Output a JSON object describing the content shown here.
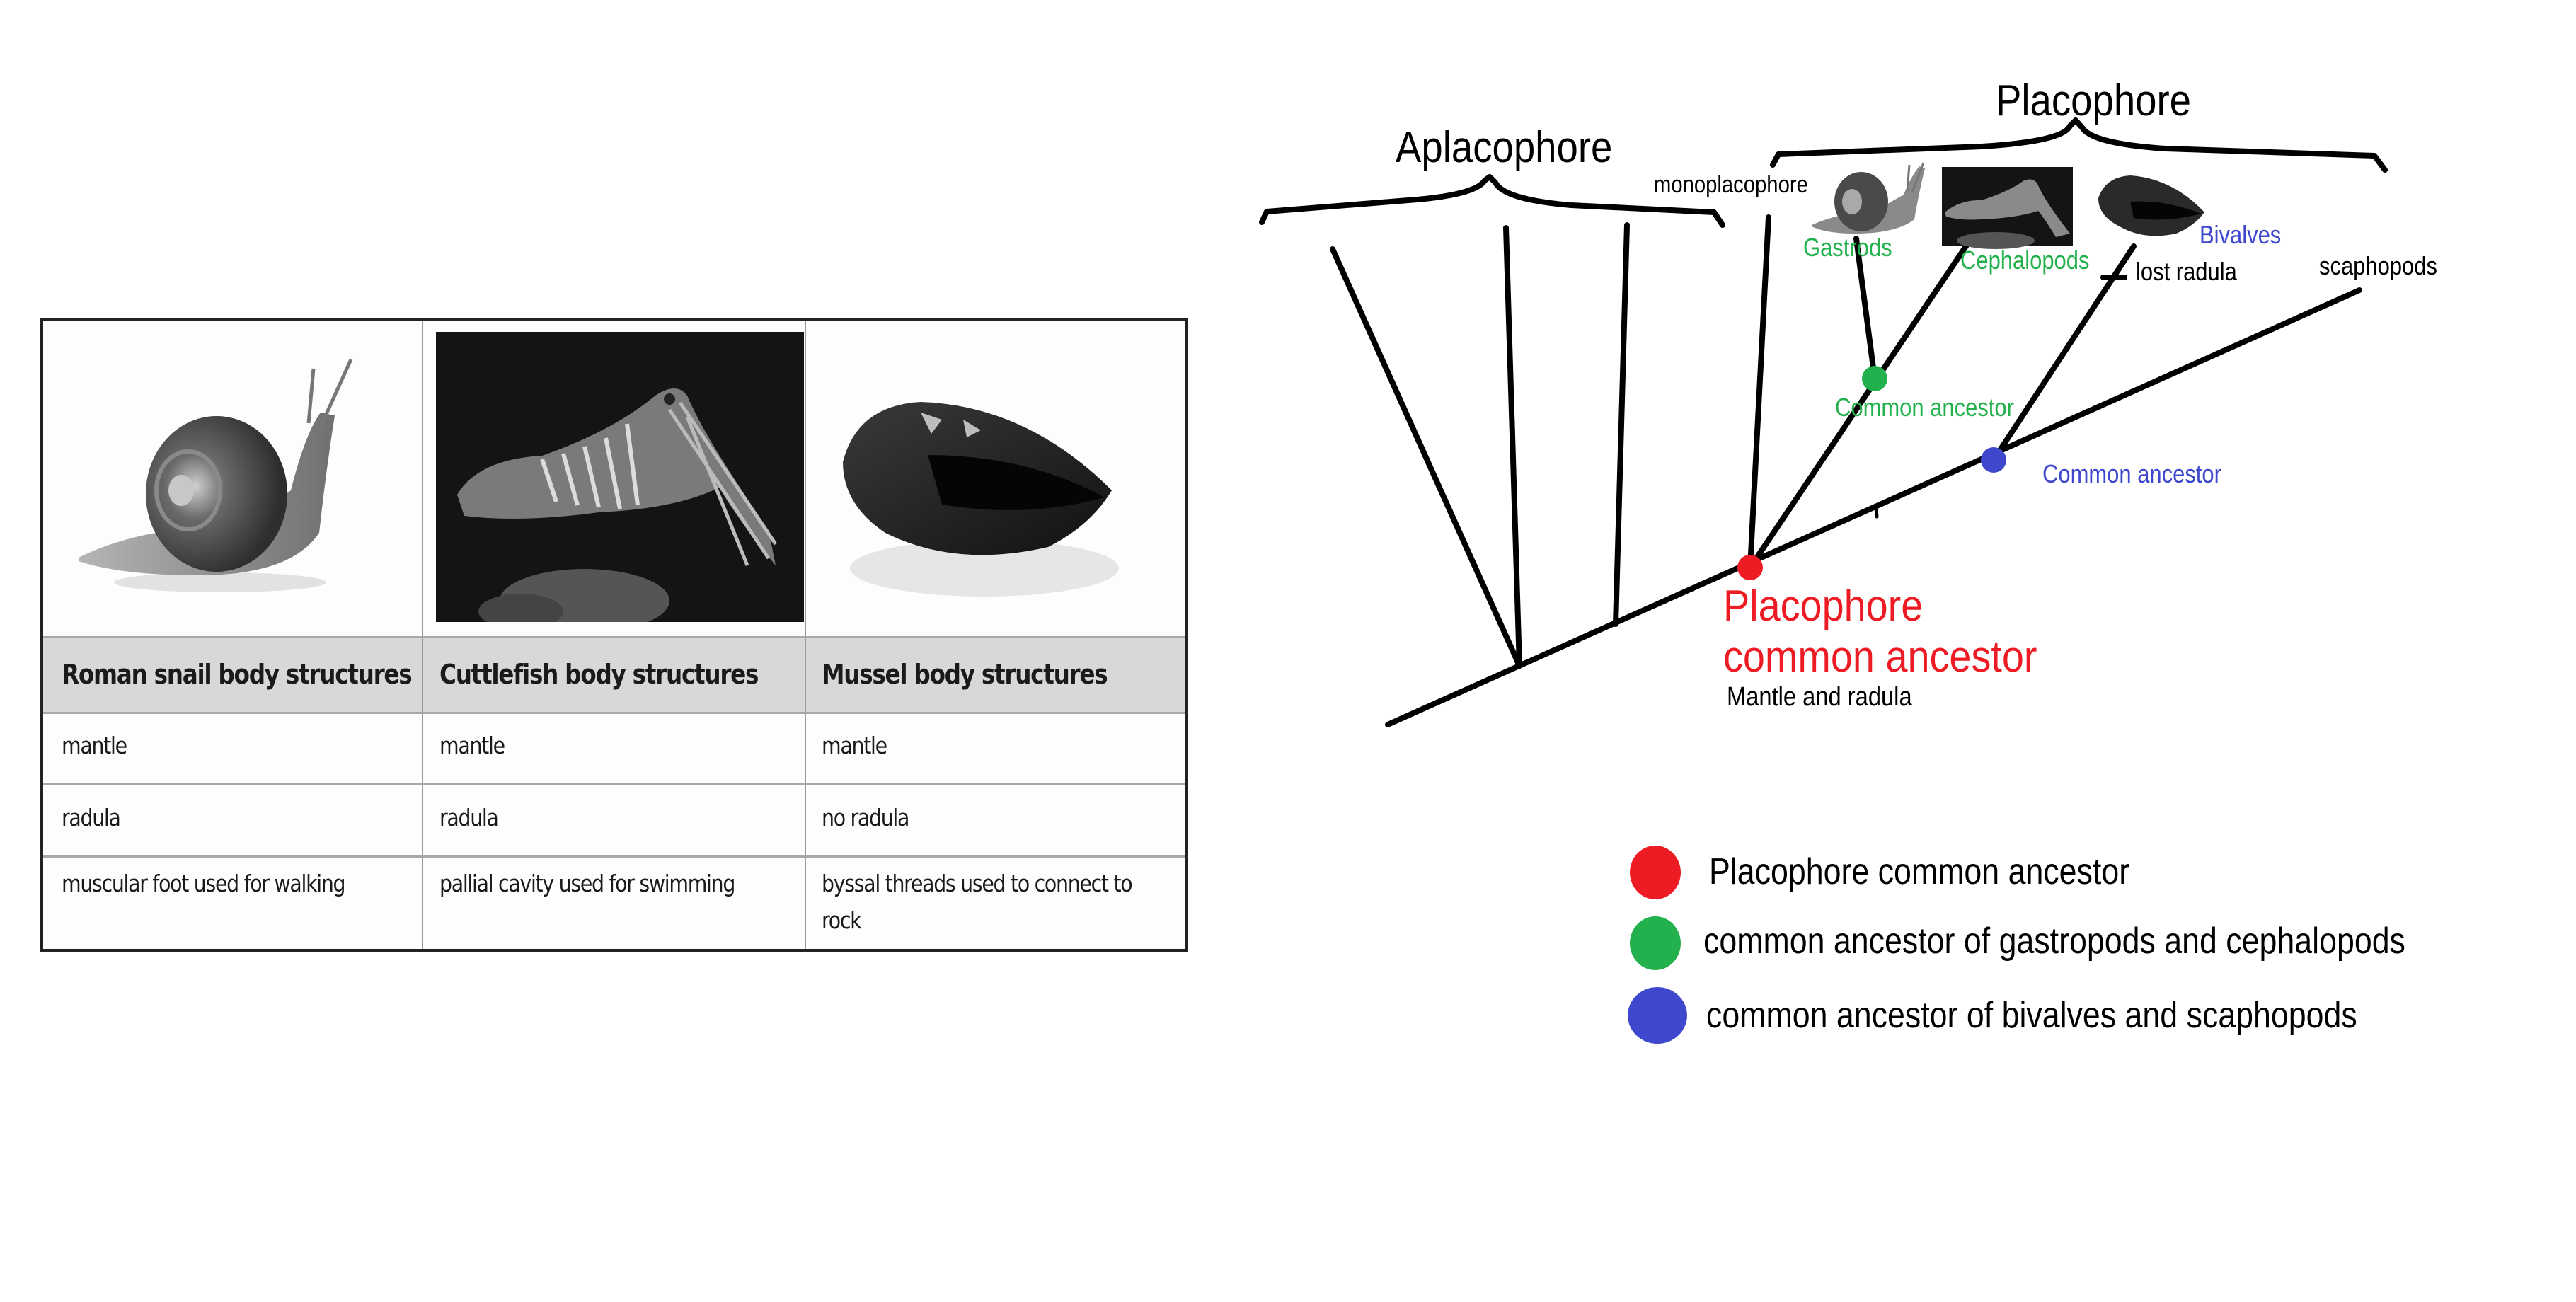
{
  "table": {
    "columns": [
      {
        "animal": "Roman snail",
        "image_icon": "snail-photo",
        "header": "Roman snail body structures",
        "rows": [
          "mantle",
          "radula",
          "muscular foot used for walking"
        ]
      },
      {
        "animal": "Cuttlefish",
        "image_icon": "cuttlefish-photo",
        "header": "Cuttlefish body structures",
        "rows": [
          "mantle",
          "radula",
          "pallial cavity used for swimming"
        ]
      },
      {
        "animal": "Mussel",
        "image_icon": "mussel-photo",
        "header": "Mussel body structures",
        "rows": [
          "mantle",
          "no radula",
          "byssal threads used to connect to rock"
        ]
      }
    ]
  },
  "tree": {
    "groups": {
      "aplacophore": "Aplacophore",
      "placophore": "Placophore"
    },
    "taxa": {
      "monoplacophore": "monoplacophore",
      "gastropods": "Gastrods",
      "cephalopods": "Cephalopods",
      "bivalves": "Bivalves",
      "scaphopods": "scaphopods"
    },
    "trait_marks": {
      "lost_radula": "lost radula"
    },
    "nodes": {
      "placophore_ancestor": {
        "line1": "Placophore",
        "line2": "common ancestor",
        "note": "Mantle and radula",
        "color": "#ed1c24"
      },
      "gastro_cephalo_ancestor": {
        "label": "Common ancestor",
        "color": "#22b14c"
      },
      "bivalve_scapho_ancestor": {
        "label": "Common ancestor",
        "color": "#3f48cc"
      }
    },
    "thumbnails": [
      "snail-photo",
      "cuttlefish-photo",
      "mussel-photo"
    ]
  },
  "legend": [
    {
      "color": "#ed1c24",
      "label": "Placophore common ancestor"
    },
    {
      "color": "#22b14c",
      "label": "common ancestor of gastropods and cephalopods"
    },
    {
      "color": "#3f48cc",
      "label": "common ancestor of bivalves and scaphopods"
    }
  ],
  "colors": {
    "line": "#000000",
    "table_header_bg": "#d8d8d8",
    "table_border": "#222222"
  }
}
